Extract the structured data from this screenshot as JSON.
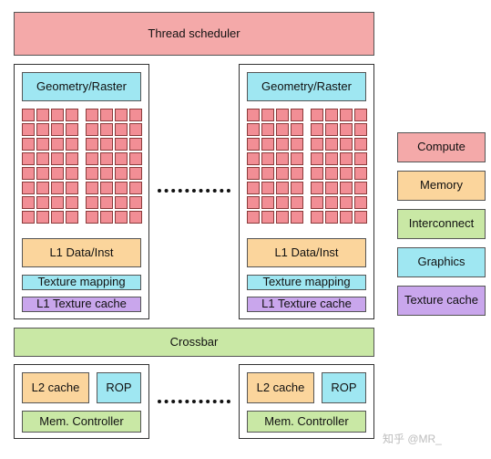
{
  "thread_scheduler": {
    "label": "Thread scheduler"
  },
  "cores": [
    {
      "geometry": "Geometry/Raster",
      "l1": "L1 Data/Inst",
      "texture_mapping": "Texture mapping",
      "l1_texture": "L1 Texture cache"
    },
    {
      "geometry": "Geometry/Raster",
      "l1": "L1 Data/Inst",
      "texture_mapping": "Texture mapping",
      "l1_texture": "L1 Texture cache"
    }
  ],
  "core_grid": {
    "rows": 8,
    "cols": 8
  },
  "crossbar": {
    "label": "Crossbar"
  },
  "memory_partitions": [
    {
      "l2": "L2 cache",
      "rop": "ROP",
      "mem_controller": "Mem. Controller"
    },
    {
      "l2": "L2 cache",
      "rop": "ROP",
      "mem_controller": "Mem. Controller"
    }
  ],
  "legend": {
    "compute": "Compute",
    "memory": "Memory",
    "interconnect": "Interconnect",
    "graphics": "Graphics",
    "texture_cache": "Texture cache"
  },
  "colors": {
    "compute": "#f4a9a9",
    "memory": "#fbd59c",
    "interconnect": "#c9e8a5",
    "graphics": "#9fe7f2",
    "texture_cache": "#c9a6ec"
  },
  "watermark": "知乎 @MR_"
}
